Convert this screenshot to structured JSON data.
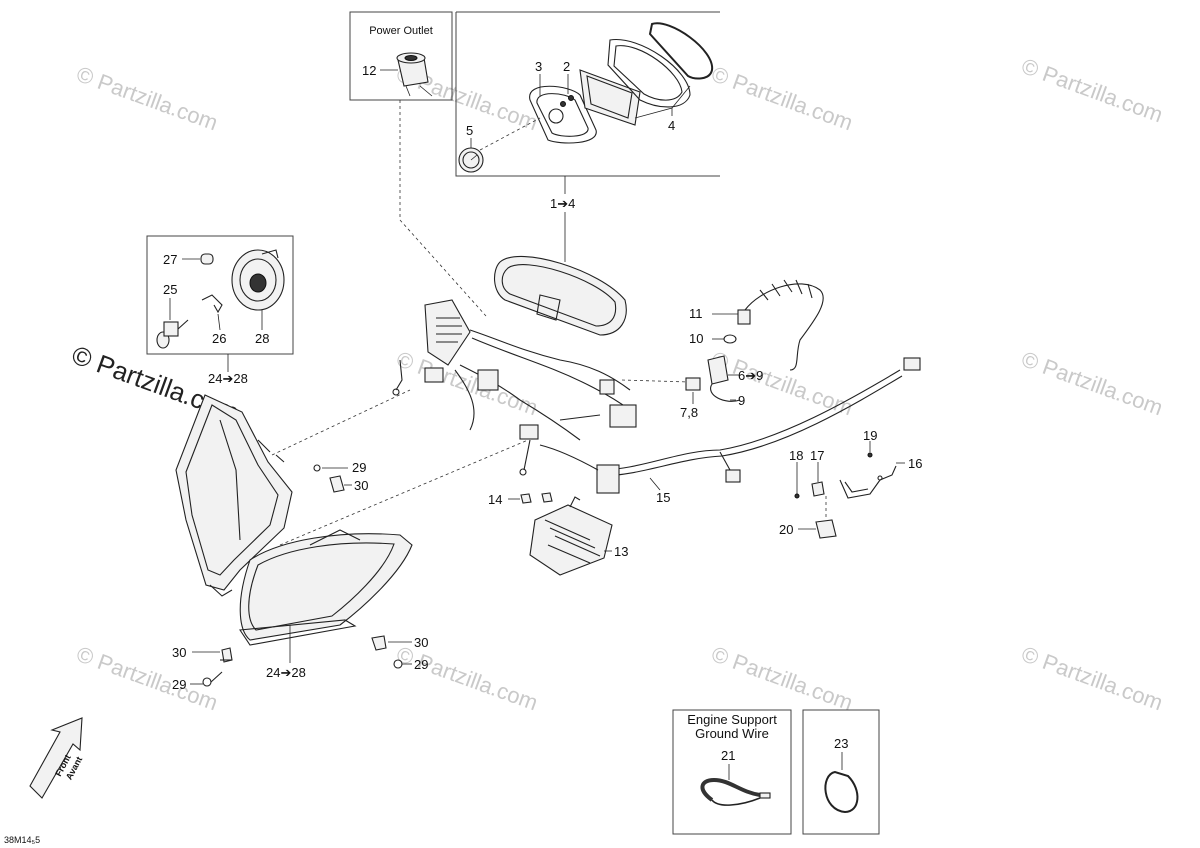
{
  "watermark": "© Partzilla.com",
  "diagram_code": "38M14₅5",
  "front_arrow": {
    "line1": "Front",
    "line2": "Avant"
  },
  "boxes": {
    "power_outlet": "Power Outlet",
    "engine_support_line1": "Engine Support",
    "engine_support_line2": "Ground Wire"
  },
  "callouts": {
    "c1_4": "1➔4",
    "c2": "2",
    "c3": "3",
    "c4": "4",
    "c5": "5",
    "c6_9": "6➔9",
    "c7_8": "7,8",
    "c9": "9",
    "c10": "10",
    "c11": "11",
    "c12": "12",
    "c13": "13",
    "c14": "14",
    "c15": "15",
    "c16": "16",
    "c17": "17",
    "c18": "18",
    "c19": "19",
    "c20": "20",
    "c21": "21",
    "c23": "23",
    "c24_28_top": "24➔28",
    "c24_28_bottom": "24➔28",
    "c25": "25",
    "c26": "26",
    "c27": "27",
    "c28": "28",
    "c29_a": "29",
    "c29_b": "29",
    "c29_c": "29",
    "c30_a": "30",
    "c30_b": "30",
    "c30_c": "30"
  }
}
